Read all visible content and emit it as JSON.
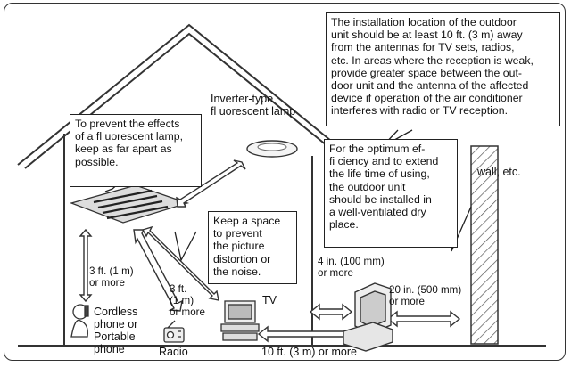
{
  "notes": {
    "antenna_distance": "The installation location of the outdoor\nunit should be at least 10 ft. (3 m) away\nfrom the antennas for TV sets, radios,\netc. In areas where the reception is weak,\nprovide greater space between the out-\ndoor unit and the antenna of the affected\ndevice if operation of the air conditioner\ninterferes with radio or TV reception.",
    "lamp_effects": "To prevent the effects\nof a fl uorescent lamp,\nkeep as far apart as\npossible.",
    "ventilation": "For the optimum ef-\nfi ciency and to extend\nthe life time of using,\nthe outdoor unit\nshould be installed in\na well-ventilated dry\nplace.",
    "picture_distortion": "Keep a space\nto prevent\nthe picture\ndistortion or\nthe noise."
  },
  "labels": {
    "inverter_lamp": "Inverter-type\nfl uorescent lamp",
    "wall": "wall, etc.",
    "clearance_4in": "4 in. (100 mm)\nor more",
    "clearance_20in": "20 in. (500 mm)\nor more",
    "clearance_3ft_left": "3 ft. (1 m)\nor more",
    "clearance_3ft_mid": "3 ft.\n(1 m)\nor more",
    "cordless_phone": "Cordless\nphone or\nPortable\nphone",
    "radio": "Radio",
    "tv": "TV",
    "clearance_10ft": "10 ft. (3 m) or more"
  }
}
